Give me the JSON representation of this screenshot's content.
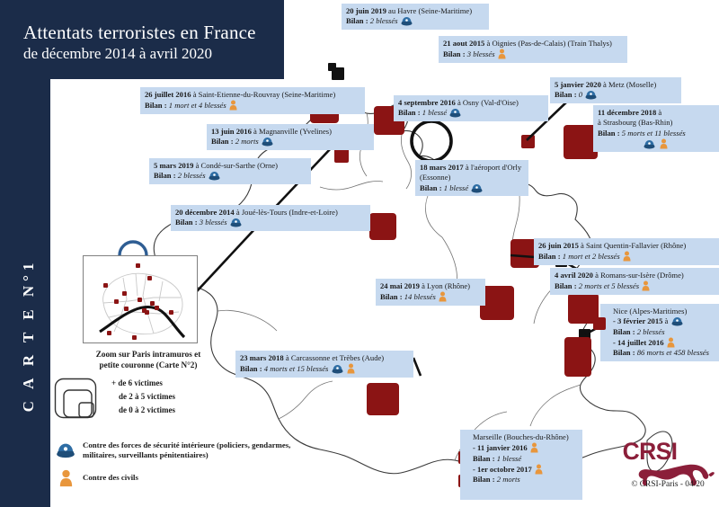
{
  "header": {
    "title": "Attentats terroristes en France",
    "subtitle": "de décembre 2014 à avril 2020",
    "side_label": "C A R T E  N°1",
    "navy": "#1b2c49"
  },
  "colors": {
    "marker_red": "#8b1414",
    "marker_black": "#111111",
    "callout_bg": "#c6d9ef",
    "logo_red": "#8b1f3a"
  },
  "events": [
    {
      "id": "le-havre",
      "date": "20 juin 2019",
      "place": "au Havre (Seine-Maritime)",
      "bilan": "2 blessés",
      "targets": [
        "police"
      ]
    },
    {
      "id": "oignies",
      "date": "21 aout 2015",
      "place": "à Oignies (Pas-de-Calais) (Train Thalys)",
      "bilan": "3 blessés",
      "targets": [
        "civil"
      ]
    },
    {
      "id": "metz",
      "date": "5 janvier 2020",
      "place": "à Metz (Moselle)",
      "bilan": "0",
      "targets": [
        "police"
      ]
    },
    {
      "id": "strasbourg",
      "date": "11 décembre 2018",
      "place": "à Strasbourg (Bas-Rhin)",
      "bilan": "5 morts et 11 blessés",
      "targets": [
        "police",
        "civil"
      ]
    },
    {
      "id": "saint-etienne-du-rouvray",
      "date": "26 juillet 2016",
      "place": "à Saint-Etienne-du-Rouvray (Seine-Maritime)",
      "bilan": "1 mort et 4 blessés",
      "targets": [
        "civil"
      ]
    },
    {
      "id": "osny",
      "date": "4 septembre 2016",
      "place": "à Osny (Val-d'Oise)",
      "bilan": "1 blessé",
      "targets": [
        "police"
      ]
    },
    {
      "id": "magnanville",
      "date": "13 juin 2016",
      "place": "à Magnanville (Yvelines)",
      "bilan": "2 morts",
      "targets": [
        "police"
      ]
    },
    {
      "id": "conde-sur-sarthe",
      "date": "5 mars 2019",
      "place": "à Condé-sur-Sarthe (Orne)",
      "bilan": "2 blessés",
      "targets": [
        "police"
      ]
    },
    {
      "id": "orly",
      "date": "18 mars 2017",
      "place": "à l'aéroport d'Orly (Essonne)",
      "bilan": "1 blessé",
      "targets": [
        "police"
      ]
    },
    {
      "id": "joue-les-tours",
      "date": "20 décembre 2014",
      "place": "à Joué-lès-Tours (Indre-et-Loire)",
      "bilan": "3 blessés",
      "targets": [
        "police"
      ]
    },
    {
      "id": "saint-quentin-fallavier",
      "date": "26 juin 2015",
      "place": "à Saint Quentin-Fallavier (Rhône)",
      "bilan": "1 mort et 2 blessés",
      "targets": [
        "civil"
      ]
    },
    {
      "id": "romans-sur-isere",
      "date": "4 avril 2020",
      "place": "à Romans-sur-Isère (Drôme)",
      "bilan": "2 morts et 5 blessés",
      "targets": [
        "civil"
      ]
    },
    {
      "id": "lyon",
      "date": "24 mai 2019",
      "place": "à Lyon (Rhône)",
      "bilan": "14 blessés",
      "targets": [
        "civil"
      ]
    },
    {
      "id": "carcassonne-trebes",
      "date": "23 mars 2018",
      "place": "à Carcassonne et Trèbes (Aude)",
      "bilan": "4 morts et 15 blessés",
      "targets": [
        "police",
        "civil"
      ]
    }
  ],
  "grouped": [
    {
      "id": "nice",
      "heading": "Nice (Alpes-Maritimes)",
      "entries": [
        {
          "date": "- 3 février 2015",
          "suffix": "à",
          "bilan": "2 blessés",
          "targets": [
            "police"
          ]
        },
        {
          "date": "- 14 juillet 2016",
          "suffix": "",
          "bilan": "86 morts et 458 blessés",
          "targets": [
            "civil"
          ]
        }
      ]
    },
    {
      "id": "marseille",
      "heading": "Marseille (Bouches-du-Rhône)",
      "entries": [
        {
          "date": "- 11 janvier 2016",
          "suffix": "",
          "bilan": "1 blessé",
          "targets": [
            "civil"
          ]
        },
        {
          "date": "- 1er octobre 2017",
          "suffix": "",
          "bilan": "2 morts",
          "targets": [
            "civil"
          ]
        }
      ]
    }
  ],
  "bilan_label": "Bilan :",
  "inset": {
    "caption_line1": "Zoom sur Paris intramuros et",
    "caption_line2": "petite couronne (Carte N°2)",
    "magnifier_icon": "magnifier-icon"
  },
  "legend": {
    "size_items": [
      {
        "label": "+ de 6 victimes"
      },
      {
        "label": "de 2 à 5 victimes"
      },
      {
        "label": "de 0 à 2 victimes"
      }
    ],
    "target_items": [
      {
        "icon": "police-cap-icon",
        "label": "Contre des forces de sécurité intérieure (policiers, gendarmes, militaires, surveillants pénitentiaires)"
      },
      {
        "icon": "civilian-icon",
        "label": "Contre des civils"
      }
    ]
  },
  "logo": {
    "name": "CRSI",
    "credit": "© CRSI-Paris - 04/20"
  }
}
